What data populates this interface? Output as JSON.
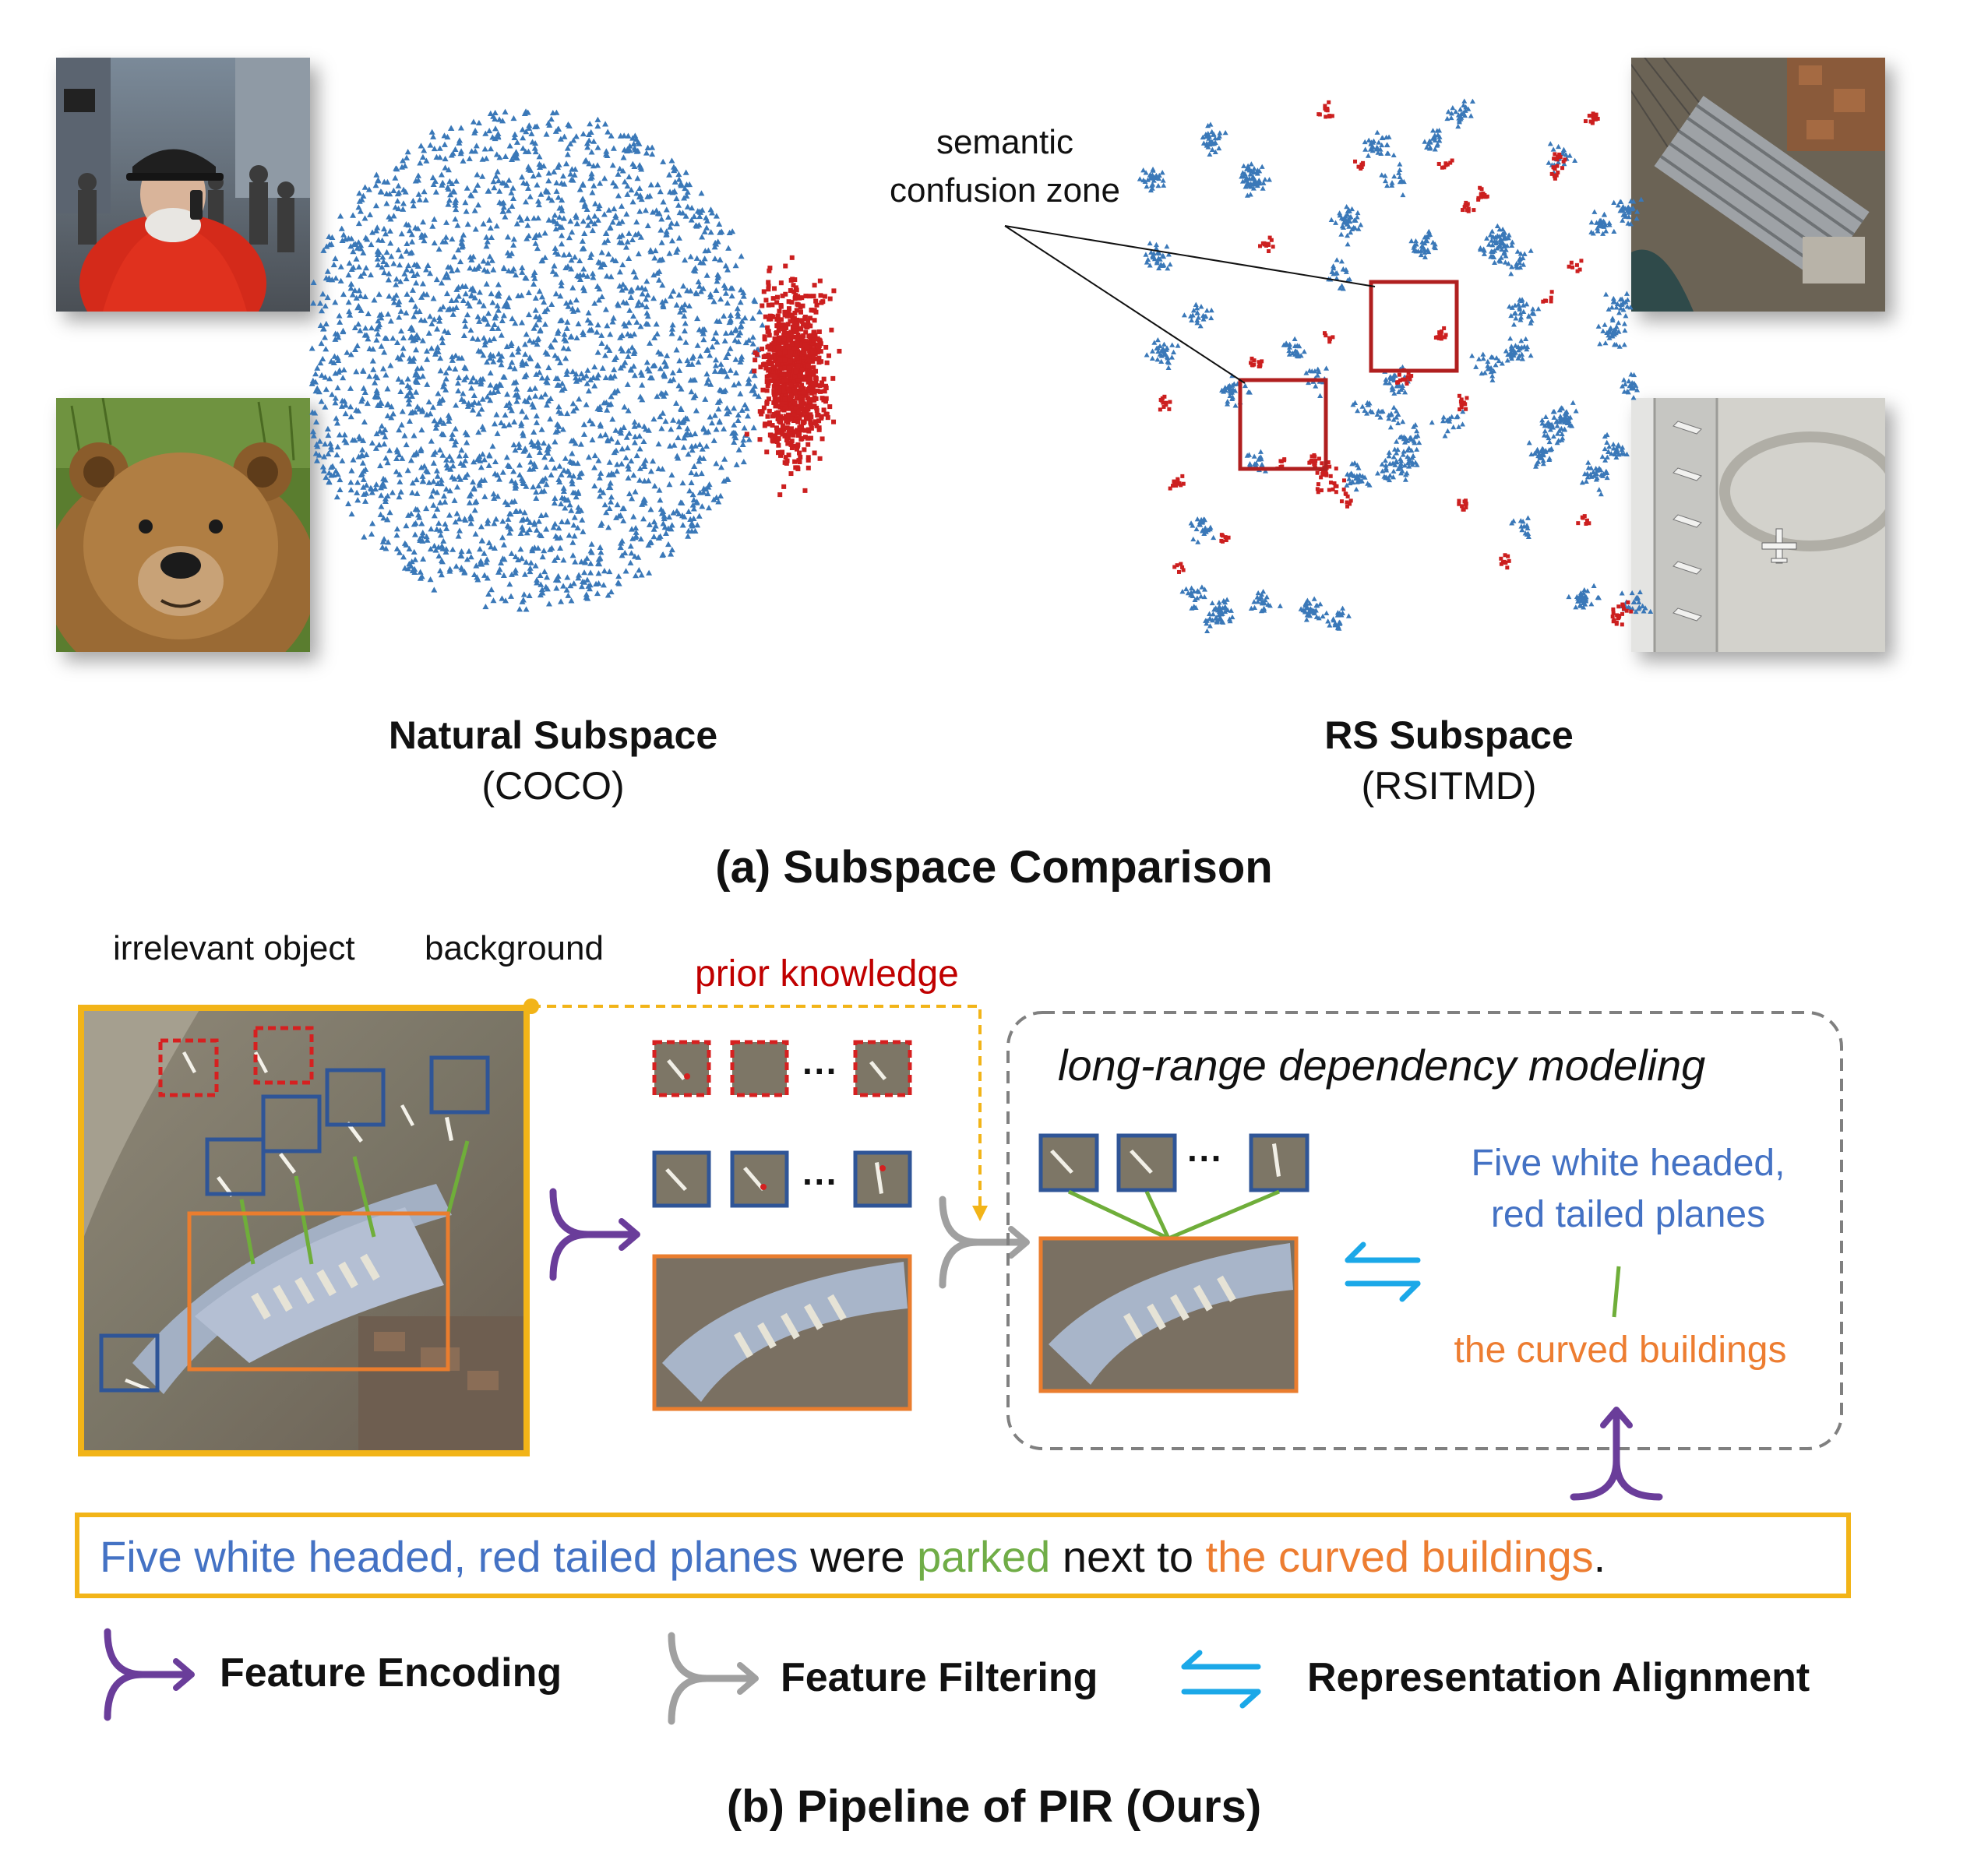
{
  "panel_a": {
    "annotation_line1": "semantic",
    "annotation_line2": "confusion zone",
    "natural_title": "Natural Subspace",
    "natural_dataset": "(COCO)",
    "rs_title": "RS Subspace",
    "rs_dataset": "(RSITMD)",
    "caption": "(a) Subspace Comparison",
    "colors": {
      "natural_cluster": "#3a78b8",
      "rs_cluster_red": "#cc1f1f",
      "confusion_box": "#b01f1f"
    }
  },
  "panel_b": {
    "label_irrelevant": "irrelevant object",
    "label_background": "background",
    "label_prior": "prior knowledge",
    "dependency_title": "long-range dependency modeling",
    "phrase_planes_line1": "Five white headed,",
    "phrase_planes_line2": "red tailed planes",
    "phrase_buildings": "the curved buildings",
    "ellipsis": "···",
    "sentence": {
      "part1": "Five white headed, red tailed planes",
      "part2": " were ",
      "part3": "parked",
      "part4": " next to ",
      "part5": "the curved buildings",
      "part6": "."
    },
    "legend": {
      "encoding": "Feature Encoding",
      "filtering": "Feature Filtering",
      "alignment": "Representation Alignment"
    },
    "caption": "(b) Pipeline of PIR (Ours)",
    "colors": {
      "yellow_frame": "#f2b418",
      "blue_box": "#2f5597",
      "red_dashed": "#d62020",
      "orange_box": "#ea7d2e",
      "green_link": "#6fae3a",
      "purple_arrow": "#6a3d9a",
      "gray_arrow": "#a0a0a0",
      "cyan_arrow": "#1ba8e8",
      "text_blue": "#4472c4",
      "text_orange": "#ed7d31",
      "text_green": "#70ad47",
      "text_red": "#c00000"
    }
  }
}
